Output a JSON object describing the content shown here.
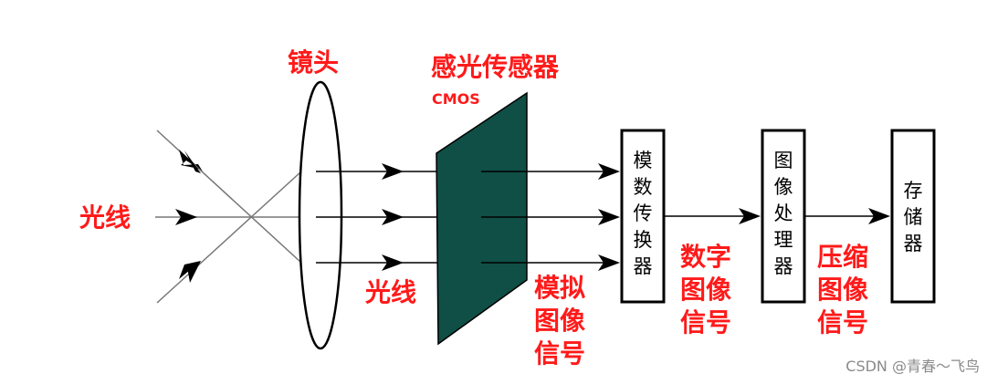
{
  "labels": {
    "lens": "镜头",
    "sensor": "感光传感器",
    "sensor_sub": "CMOS",
    "light_in": "光线",
    "light_mid": "光线",
    "analog": [
      "模拟",
      "图像",
      "信号"
    ],
    "digital": [
      "数字",
      "图像",
      "信号"
    ],
    "compressed": [
      "压缩",
      "图像",
      "信号"
    ]
  },
  "boxes": {
    "adc": [
      "模",
      "数",
      "传",
      "换",
      "器"
    ],
    "processor": [
      "图",
      "像",
      "处",
      "理",
      "器"
    ],
    "storage": [
      "存",
      "储",
      "器"
    ]
  },
  "watermark": "CSDN @青春～飞鸟",
  "colors": {
    "label_red": "#ff1a1a",
    "sensor_fill": "#0f4f45",
    "line": "#000000"
  }
}
